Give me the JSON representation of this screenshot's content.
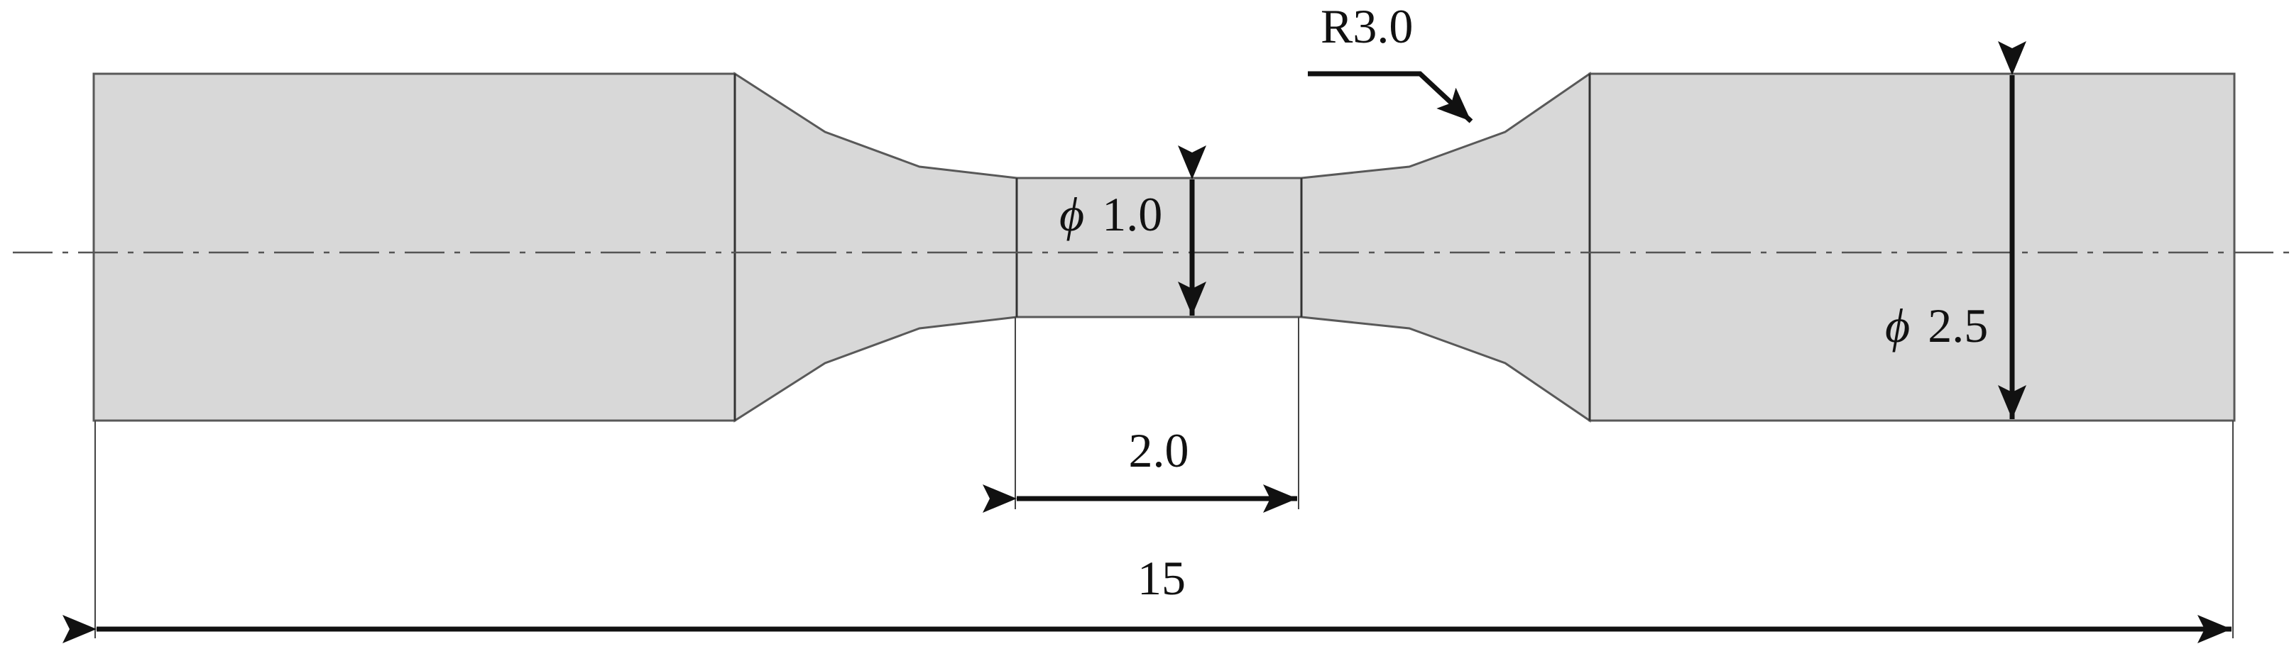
{
  "drawing": {
    "dimensions": {
      "total_length": {
        "text": "15"
      },
      "gauge_length": {
        "text": "2.0"
      },
      "gauge_diameter": {
        "symbol": "ϕ",
        "value": "1.0"
      },
      "grip_diameter": {
        "symbol": "ϕ",
        "value": "2.5"
      },
      "fillet_radius": {
        "text": "R3.0"
      }
    },
    "colors": {
      "specimen_fill": "#d8d8d8",
      "outline": "#595959",
      "dimension_lines": "#111111",
      "centerline": "#555555"
    }
  }
}
